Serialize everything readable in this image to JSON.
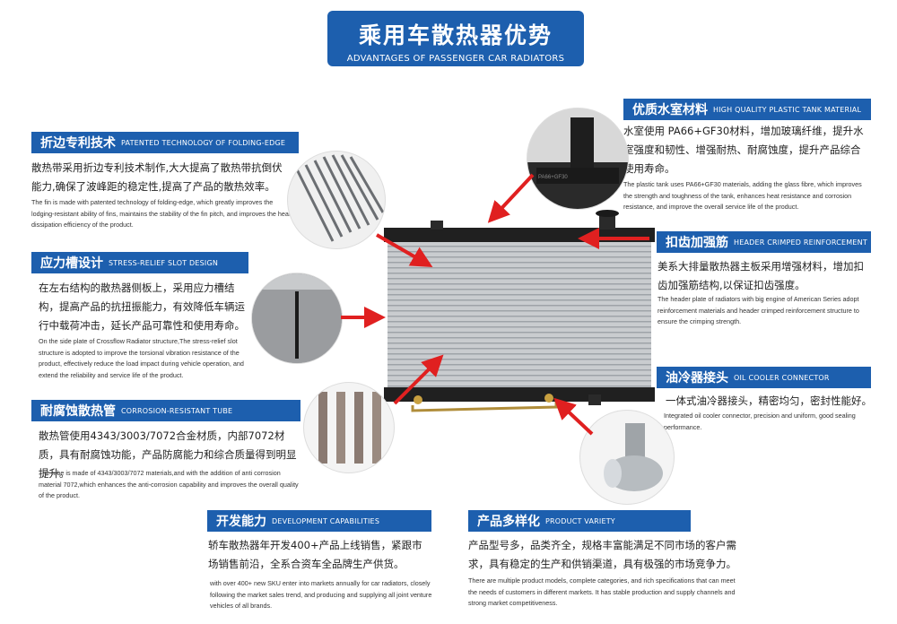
{
  "header": {
    "title_cn": "乘用车散热器优势",
    "title_en": "ADVANTAGES OF PASSENGER CAR RADIATORS"
  },
  "sections": {
    "folding": {
      "title_cn": "折边专利技术",
      "title_en": "PATENTED TECHNOLOGY OF FOLDING-EDGE",
      "desc_cn": "散热带采用折边专利技术制作,大大提高了散热带抗倒伏能力,确保了波峰距的稳定性,提高了产品的散热效率。",
      "desc_en": "The fin is made with patented technology of folding-edge, which greatly improves the lodging-resistant ability of fins, maintains the stability of the fin pitch, and improves the heat dissipation efficiency of the product."
    },
    "stress": {
      "title_cn": "应力槽设计",
      "title_en": "STRESS-RELIEF SLOT DESIGN",
      "desc_cn": "在左右结构的散热器侧板上，采用应力槽结构，提高产品的抗扭振能力，有效降低车辆运行中载荷冲击，延长产品可靠性和使用寿命。",
      "desc_en": "On the side plate of Crossflow Radiator structure,The stress-relief slot structure is adopted to improve the torsional vibration resistance of the product, effectively reduce the load impact during vehicle operation, and extend the reliability and service life of the product."
    },
    "corrosion": {
      "title_cn": "耐腐蚀散热管",
      "title_en": "CORROSION-RESISTANT TUBE",
      "desc_cn": "散热管使用4343/3003/7072合金材质，内部7072材质，具有耐腐蚀功能，产品防腐能力和综合质量得到明显提升。",
      "desc_en": "The tube is made of 4343/3003/7072 materials,and with the addition of anti corrosion material 7072,which enhances the anti-corrosion capability and improves the overall quality of the product."
    },
    "tank": {
      "title_cn": "优质水室材料",
      "title_en": "HIGH QUALITY PLASTIC TANK MATERIAL",
      "desc_cn": "水室使用 PA66+GF30材料，增加玻璃纤维，提升水室强度和韧性、增强耐热、耐腐蚀度，提升产品综合使用寿命。",
      "desc_en": "The plastic tank uses PA66+GF30 materials, adding the glass fibre, which improves the strength and toughness of the tank, enhances heat resistance and corrosion resistance, and improve the overall service life of the product."
    },
    "header_plate": {
      "title_cn": "扣齿加强筋",
      "title_en": "HEADER CRIMPED REINFORCEMENT",
      "desc_cn": "美系大排量散热器主板采用增强材料，增加扣齿加强筋结构,以保证扣齿强度。",
      "desc_en": "The header plate of radiators with big engine of American Series adopt reinforcement materials and header crimped reinforcement structure to ensure the crimping strength."
    },
    "oil_cooler": {
      "title_cn": "油冷器接头",
      "title_en": "OIL COOLER CONNECTOR",
      "desc_cn": "一体式油冷器接头，精密均匀，密封性能好。",
      "desc_en": "Integrated oil cooler connector, precision and uniform, good sealing performance."
    },
    "development": {
      "title_cn": "开发能力",
      "title_en": "DEVELOPMENT CAPABILITIES",
      "desc_cn": "轿车散热器年开发400+产品上线销售，紧跟市场销售前沿，全系合资车全品牌生产供货。",
      "desc_en": "with over 400+ new SKU enter into markets annually for car radiators, closely following the market sales trend, and producing and supplying all joint venture vehicles of all brands."
    },
    "variety": {
      "title_cn": "产品多样化",
      "title_en": "PRODUCT VARIETY",
      "desc_cn": "产品型号多，品类齐全，规格丰富能满足不同市场的客户需求，具有稳定的生产和供销渠道，具有极强的市场竞争力。",
      "desc_en": "There are multiple product models, complete categories, and rich specifications that can meet the needs of customers in different markets. It has stable production and supply channels and strong market competitiveness."
    }
  },
  "tank_label": "PA66+GF30",
  "colors": {
    "brand_blue": "#1d5fae",
    "arrow_red": "#e02020"
  }
}
